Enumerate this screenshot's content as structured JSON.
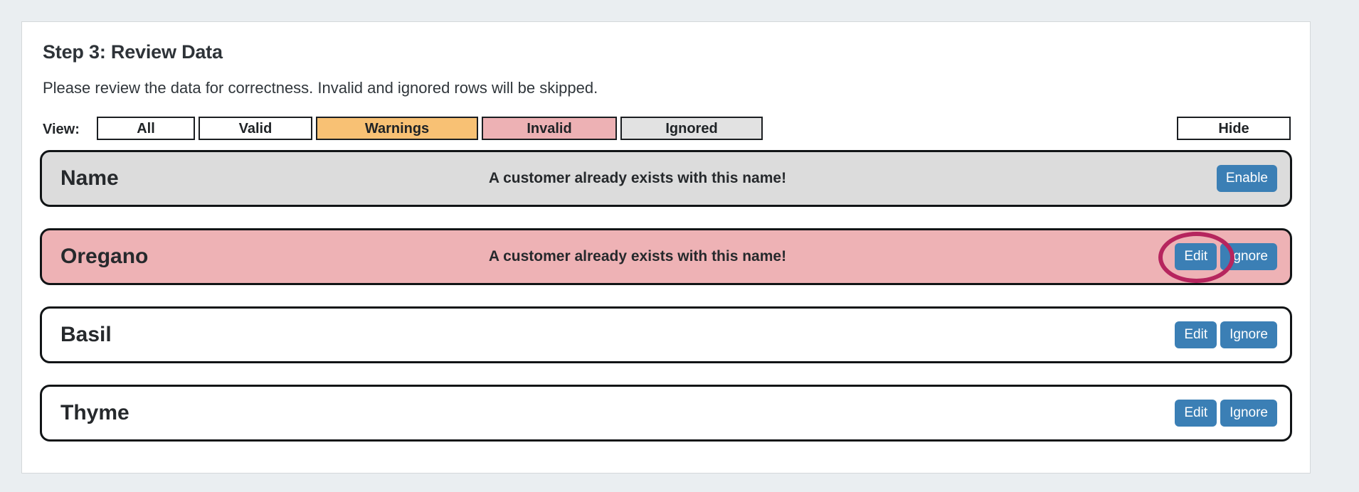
{
  "page": {
    "title": "Step 3: Review Data",
    "subtitle": "Please review the data for correctness. Invalid and ignored rows will be skipped."
  },
  "view_bar": {
    "label": "View:",
    "filters": [
      {
        "label": "All",
        "state": "neutral",
        "active": false
      },
      {
        "label": "Valid",
        "state": "neutral",
        "active": false
      },
      {
        "label": "Warnings",
        "state": "warning",
        "active": true
      },
      {
        "label": "Invalid",
        "state": "invalid",
        "active": true
      },
      {
        "label": "Ignored",
        "state": "ignored",
        "active": true
      }
    ],
    "hide_label": "Hide"
  },
  "rows": [
    {
      "name": "Name",
      "message": "A customer already exists with this name!",
      "state": "ignored",
      "actions": [
        {
          "label": "Enable"
        }
      ]
    },
    {
      "name": "Oregano",
      "message": "A customer already exists with this name!",
      "state": "invalid",
      "actions": [
        {
          "label": "Edit"
        },
        {
          "label": "Ignore"
        }
      ]
    },
    {
      "name": "Basil",
      "message": "",
      "state": "valid",
      "actions": [
        {
          "label": "Edit"
        },
        {
          "label": "Ignore"
        }
      ]
    },
    {
      "name": "Thyme",
      "message": "",
      "state": "valid",
      "actions": [
        {
          "label": "Edit"
        },
        {
          "label": "Ignore"
        }
      ]
    }
  ],
  "annotation": {
    "shape": "ellipse",
    "color": "#b6255e",
    "target_row": 1,
    "target_action": "Edit"
  },
  "colors": {
    "page_background": "#eaeef1",
    "card_background": "#ffffff",
    "warning": "#f8c174",
    "invalid": "#edb1b4",
    "ignored": "#e2e2e2",
    "row_ignored": "#dcdcdc",
    "row_invalid": "#eeb2b5",
    "action_button": "#3b7fb5",
    "annotation": "#b6255e"
  }
}
